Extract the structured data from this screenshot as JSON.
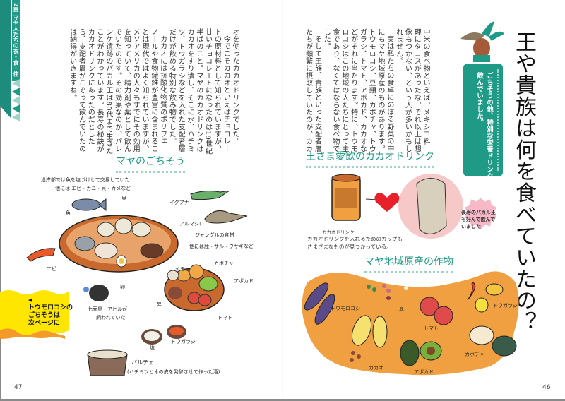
{
  "chapter_tab": {
    "label": "2章 マヤ人たちの衣・食・住"
  },
  "title": "王や貴族は何を食べていたの？",
  "lead_box": {
    "lines": [
      "ごちそうの他、特別な栄養ドリンクを",
      "飲んでいました。"
    ]
  },
  "right_body": {
    "lines": [
      "中米の食べ物といえば、メキシコ料",
      "理にタコスがあったな、それ以上は想",
      "像もつかない、という人が多いかもし",
      "れません。",
      "実は私たちの食卓にのぼる野菜の中",
      "にもマヤ地域原産のものがあります。",
      "トウモロコシ、豆類、カボチャ、トウ",
      "ガラシ、トマト、アボカド、カカオな",
      "どがそれに当たります。特に、トウモ",
      "ロコシはこの地域の人たちにとって主",
      "食であり、なくてはならない食べ物で",
      "した。",
      "そして王族、貴族といった支配者層",
      "たちが頻繁に摂取していたのが、カカ"
    ],
    "indents": [
      4,
      12
    ]
  },
  "left_body": {
    "lines": [
      "オを使ったカカオドリンクでした。",
      "今でこそカカオといえばチョコレー",
      "トの原材料として知られていますが、",
      "甘いチョコレートになったのは19世紀",
      "半ばのこと。マヤのカカオドリンクは",
      "カカオをすり潰し、そこに水、ハチミ",
      "ツ、トウガラシなどを入れた支配者層",
      "だけが飲める特別な飲み物でした。",
      "カカオには抗酸化物質のポリフェ",
      "ノールや食物繊維が豊富に含まれるこ",
      "とは現代ではよく知られていますが、",
      "メソアメリカの人々もすでにその効用",
      "を知っていて、精力剤や薬として飲ん",
      "でいたのです。その効果なのか、パレ",
      "ンケ遺跡のパカル王は80代まで生きた",
      "ことがわかっています。長寿の秘訣が",
      "カカオドリンクにあったのだとした",
      "ら、支配者層がこぞって飲んでいたの",
      "は納得がいきますね。"
    ],
    "indents": [
      1,
      8
    ]
  },
  "feast": {
    "heading": "マヤのごちそう",
    "labels": {
      "coast1": "沿岸部では魚を塩づけして交易していた",
      "coast2": "他には エビ・カニ・貝・カメなど",
      "fish": "魚",
      "shell": "貝",
      "shrimp": "エビ",
      "egg": "卵",
      "turkey1": "七面鳥・アヒルが",
      "turkey2": "飼われていた",
      "iguana": "イグアナ",
      "armadillo": "アルマジロ",
      "jungle1": "ジャングルの食材",
      "jungle2": "他には鹿・サル・ウサギなど",
      "pumpkin": "カボチャ",
      "potato": "イモ",
      "avocado": "アボカド",
      "beans": "豆",
      "tomato": "トマト",
      "salt": "塩",
      "chili": "トウガラシ",
      "balche": "バルチェ",
      "balche_note": "(ハチミツと木の皮を発酵させて作った酒)"
    }
  },
  "callout": {
    "lines": [
      "トウモロコシの",
      "ごちそうは",
      "次ページに"
    ]
  },
  "cacao": {
    "heading": "王さま愛飲のカカオドリンク",
    "cup_label": "カカオドリンク",
    "caption": [
      "カカオドリンクを入れるためのカップも",
      "さまざまなものが見つかっている。"
    ],
    "bubble": [
      "長寿のパカル王",
      "も好んで飲んで",
      "いました"
    ]
  },
  "crops": {
    "heading": "マヤ地域原産の作物",
    "labels": {
      "corn": "トウモロコシ",
      "beans": "豆",
      "tomato": "トマト",
      "chili": "トウガラシ",
      "pumpkin": "カボチャ",
      "cacao": "カカオ",
      "avocado": "アボカド"
    }
  },
  "page_numbers": {
    "left": "47",
    "right": "46"
  },
  "colors": {
    "teal": "#1e9a86",
    "orange": "#f0a040",
    "yellow": "#ffe600",
    "pink": "#f7c8c8",
    "heart": "#e8202a"
  }
}
